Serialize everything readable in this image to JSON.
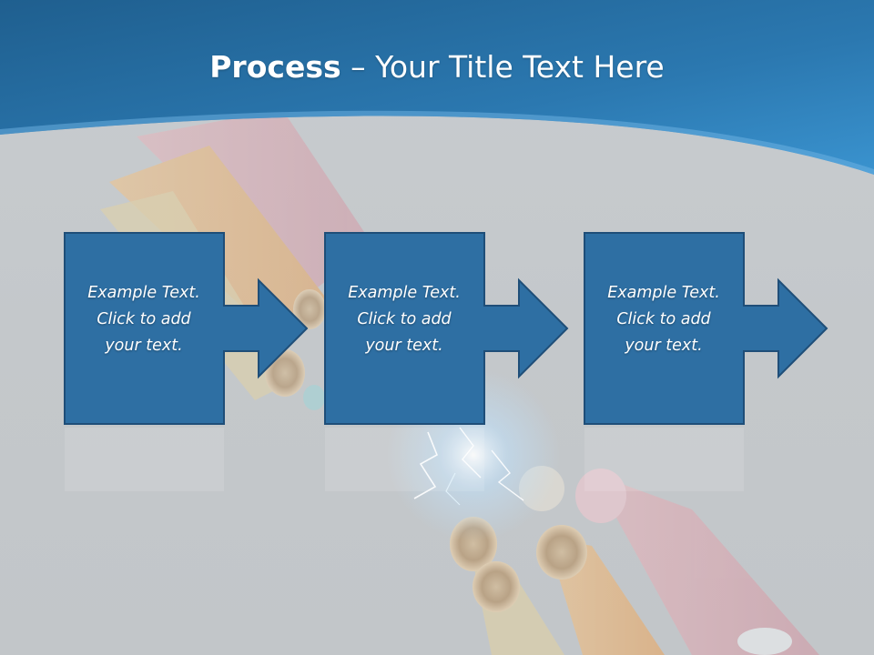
{
  "slide": {
    "title_bold": "Process",
    "title_dash": " – ",
    "title_rest": "Your Title Text Here"
  },
  "steps": [
    {
      "lines": [
        "Example Text.",
        "Click  to add",
        "your text."
      ]
    },
    {
      "lines": [
        "Example Text.",
        "Click  to add",
        "your text."
      ]
    },
    {
      "lines": [
        "Example Text.",
        "Click  to add",
        "your text."
      ]
    }
  ],
  "colors": {
    "header_blue": "#2d7fb8",
    "shape_fill": "#2e6fa3",
    "shape_border": "#1f4e78",
    "background_gray": "#c4c8cb",
    "text": "#ffffff"
  }
}
